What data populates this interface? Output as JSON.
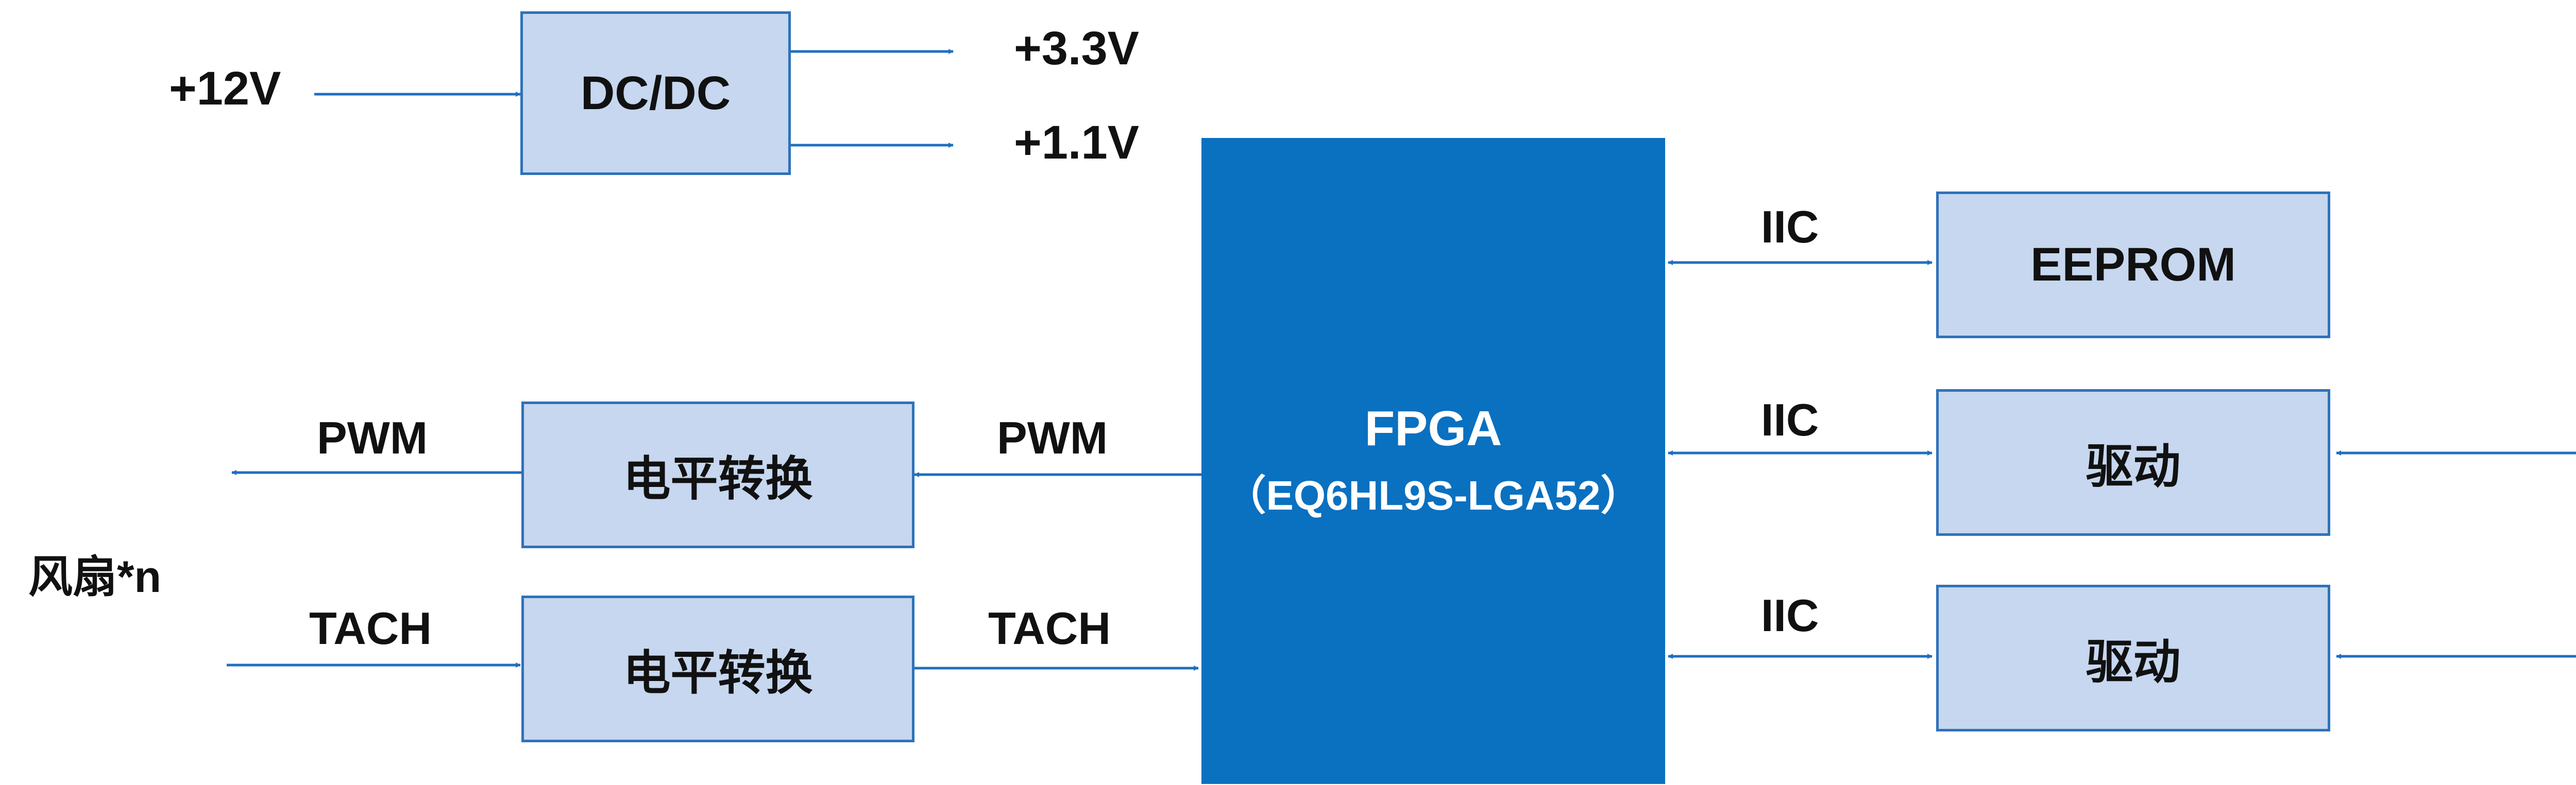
{
  "inputs": {
    "v12": "+12V"
  },
  "dcdc": {
    "label": "DC/DC",
    "out1": "+3.3V",
    "out2": "+1.1V"
  },
  "fpga": {
    "name": "FPGA",
    "part": "（EQ6HL9S-LGA52）"
  },
  "fan": {
    "label": "风扇*n",
    "pwm_out_label": "PWM",
    "tach_in_label": "TACH"
  },
  "level_shift": {
    "top_label": "电平转换",
    "bottom_label": "电平转换",
    "pwm_label": "PWM",
    "tach_label": "TACH"
  },
  "right": {
    "iic1": "IIC",
    "iic2": "IIC",
    "iic3": "IIC",
    "eeprom": "EEPROM",
    "driver1": "驱动",
    "driver2": "驱动"
  },
  "colors": {
    "box_fill": "#c6d7ef",
    "box_border": "#2f72b8",
    "fpga_fill": "#0a70c0",
    "arrow": "#1f6fbf"
  }
}
